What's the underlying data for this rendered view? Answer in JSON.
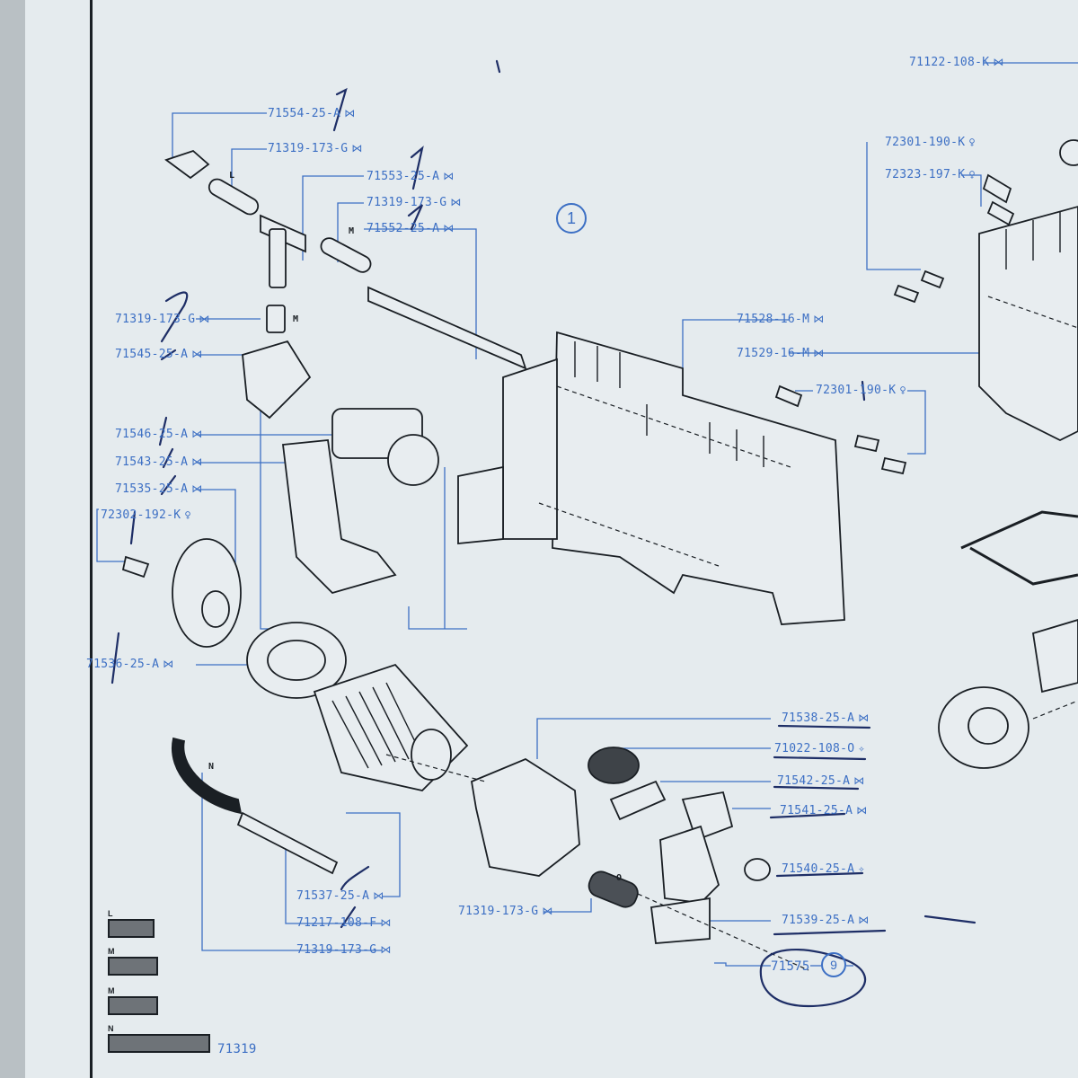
{
  "parts": [
    {
      "id": "p1",
      "number": "71122-108-K",
      "symbol": "⋈"
    },
    {
      "id": "p2",
      "number": "71554-25-A",
      "symbol": "⋈"
    },
    {
      "id": "p3",
      "number": "71319-173-G",
      "symbol": "⋈"
    },
    {
      "id": "p4",
      "number": "71553-25-A",
      "symbol": "⋈"
    },
    {
      "id": "p5",
      "number": "71319-173-G",
      "symbol": "⋈"
    },
    {
      "id": "p6",
      "number": "71552-25-A",
      "symbol": "⋈"
    },
    {
      "id": "p7",
      "number": "72301-190-K",
      "symbol": "♀"
    },
    {
      "id": "p8",
      "number": "72323-197-K",
      "symbol": "♀"
    },
    {
      "id": "p9",
      "number": "71319-173-G",
      "symbol": "⋈"
    },
    {
      "id": "p10",
      "number": "71545-25-A",
      "symbol": "⋈"
    },
    {
      "id": "p11",
      "number": "71528-16-M",
      "symbol": "⋈"
    },
    {
      "id": "p12",
      "number": "71529-16-M",
      "symbol": "⋈"
    },
    {
      "id": "p13",
      "number": "72301-190-K",
      "symbol": "♀"
    },
    {
      "id": "p14",
      "number": "71546-25-A",
      "symbol": "⋈"
    },
    {
      "id": "p15",
      "number": "71543-25-A",
      "symbol": "⋈"
    },
    {
      "id": "p16",
      "number": "71535-25-A",
      "symbol": "⋈"
    },
    {
      "id": "p17",
      "number": "72302-192-K",
      "symbol": "♀"
    },
    {
      "id": "p18",
      "number": "71536-25-A",
      "symbol": "⋈"
    },
    {
      "id": "p19",
      "number": "71538-25-A",
      "symbol": "⋈"
    },
    {
      "id": "p20",
      "number": "71022-108-O",
      "symbol": "✧"
    },
    {
      "id": "p21",
      "number": "71542-25-A",
      "symbol": "⋈"
    },
    {
      "id": "p22",
      "number": "71541-25-A",
      "symbol": "⋈"
    },
    {
      "id": "p23",
      "number": "71540-25-A",
      "symbol": "✧"
    },
    {
      "id": "p24",
      "number": "71539-25-A",
      "symbol": "⋈"
    },
    {
      "id": "p25",
      "number": "71537-25-A",
      "symbol": "⋈"
    },
    {
      "id": "p26",
      "number": "71217-108-F",
      "symbol": "⋈"
    },
    {
      "id": "p27",
      "number": "71319-173-G",
      "symbol": "⋈"
    },
    {
      "id": "p28",
      "number": "71319-173-G",
      "symbol": "⋈"
    },
    {
      "id": "p29",
      "number": "71575",
      "symbol": ""
    }
  ],
  "step_numbers": {
    "main": "1",
    "ref": "9"
  },
  "tube_letters": {
    "l": "L",
    "m": "M",
    "m2": "M",
    "n": "N",
    "o": "O"
  },
  "tube_key": [
    {
      "letter": "L"
    },
    {
      "letter": "M"
    },
    {
      "letter": "M"
    },
    {
      "letter": "N"
    }
  ],
  "tube_key_number": "71319",
  "colors": {
    "label": "#3c6fc4",
    "ink": "#1a1f24",
    "paper": "#e5ebee"
  }
}
